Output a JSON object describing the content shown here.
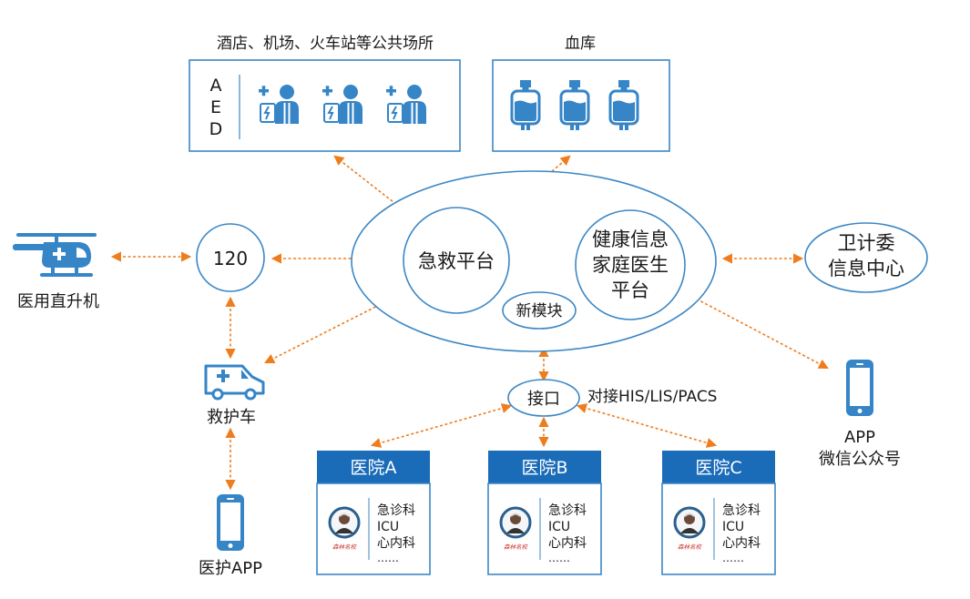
{
  "public_places": {
    "title": "酒店、机场、火车站等公共场所",
    "aed_letters": [
      "A",
      "E",
      "D"
    ],
    "icon": "aed-person-icon"
  },
  "blood_bank": {
    "title": "血库",
    "icon": "blood-bag-icon"
  },
  "helicopter": {
    "label": "医用直升机",
    "icon": "helicopter-icon"
  },
  "call_center": {
    "label": "120"
  },
  "ambulance": {
    "label": "救护车",
    "icon": "ambulance-icon"
  },
  "medic_app": {
    "label": "医护APP",
    "icon": "smartphone-icon"
  },
  "platform": {
    "emergency": "急救平台",
    "health_line1": "健康信息",
    "health_line2": "家庭医生",
    "health_line3": "平台",
    "new_module": "新模块"
  },
  "commission": {
    "line1": "卫计委",
    "line2": "信息中心"
  },
  "public_app": {
    "line1": "APP",
    "line2": "微信公众号",
    "icon": "smartphone-icon"
  },
  "interface": {
    "label": "接口",
    "note": "对接HIS/LIS/PACS"
  },
  "hospitals": [
    {
      "name": "医院A",
      "depts": [
        "急诊科",
        "ICU",
        "心内科",
        "……"
      ],
      "logo_text": "森林名校"
    },
    {
      "name": "医院B",
      "depts": [
        "急诊科",
        "ICU",
        "心内科",
        "……"
      ],
      "logo_text": "森林名校"
    },
    {
      "name": "医院C",
      "depts": [
        "急诊科",
        "ICU",
        "心内科",
        "……"
      ],
      "logo_text": "森林名校"
    }
  ],
  "colors": {
    "outline": "#3c87c4",
    "icon": "#3585c7",
    "arrow": "#ef7d1e",
    "hospital_header": "#1a6bb8"
  }
}
